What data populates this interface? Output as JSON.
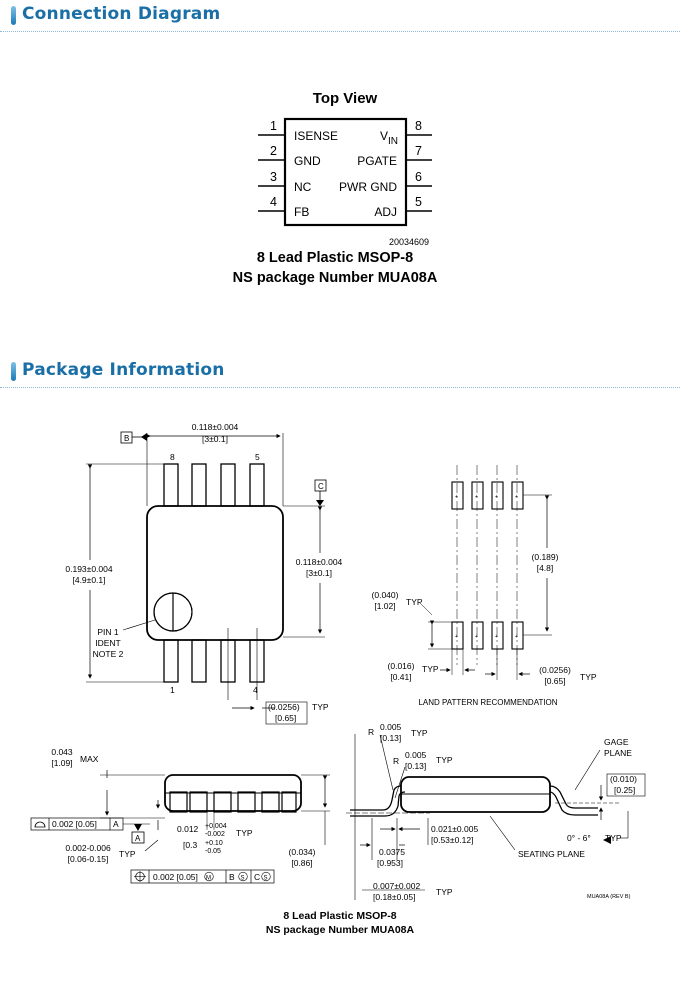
{
  "sections": {
    "connection": "Connection Diagram",
    "package": "Package Information"
  },
  "connection_diagram": {
    "view_label": "Top View",
    "figure_id": "20034609",
    "pins_left": [
      {
        "num": "1",
        "name": "ISENSE"
      },
      {
        "num": "2",
        "name": "GND"
      },
      {
        "num": "3",
        "name": "NC"
      },
      {
        "num": "4",
        "name": "FB"
      }
    ],
    "pins_right": [
      {
        "num": "8",
        "name": "V",
        "sub": "IN"
      },
      {
        "num": "7",
        "name": "PGATE"
      },
      {
        "num": "6",
        "name": "PWR GND"
      },
      {
        "num": "5",
        "name": "ADJ"
      }
    ],
    "caption_line1": "8 Lead Plastic MSOP-8",
    "caption_line2": "NS package Number MUA08A"
  },
  "package_drawing": {
    "datum_b": "B",
    "datum_c": "C",
    "datum_a": "A",
    "width_top": "0.118±0.004",
    "width_top_mm": "[3±0.1]",
    "pin8": "8",
    "pin5": "5",
    "pin1": "1",
    "pin4": "4",
    "length_total": "0.193±0.004",
    "length_total_mm": "[4.9±0.1]",
    "body_length": "0.118±0.004",
    "body_length_mm": "[3±0.1]",
    "pin1_note_1": "PIN 1",
    "pin1_note_2": "IDENT",
    "pin1_note_3": "NOTE 2",
    "pitch": "(0.0256)",
    "pitch_mm": "[0.65]",
    "typ": "TYP",
    "land_span": "(0.189)",
    "land_span_mm": "[4.8]",
    "land_len": "(0.040)",
    "land_len_mm": "[1.02]",
    "land_w": "(0.016)",
    "land_w_mm": "[0.41]",
    "land_pitch": "(0.0256)",
    "land_pitch_mm": "[0.65]",
    "land_caption": "LAND PATTERN RECOMMENDATION",
    "max_h": "0.043",
    "max_h_mm": "[1.09]",
    "max": "MAX",
    "flat_tol": "0.002 [0.05]",
    "standoff": "0.002-0.006",
    "standoff_mm": "[0.06-0.15]",
    "lead_w": "0.012",
    "lead_w_tol_plus": "+0.004",
    "lead_w_tol_minus": "-0.002",
    "lead_w_mm": "[0.3",
    "lead_w_mm_tol_plus": "+0.10",
    "lead_w_mm_tol_minus": "-0.05",
    "pos_tol": "0.002 [0.05]",
    "pos_m": "M",
    "pos_b": "B",
    "pos_s": "S",
    "pos_c": "C",
    "side_h": "(0.034)",
    "side_h_mm": "[0.86]",
    "r1": "0.005",
    "r1_mm": "[0.13]",
    "r2": "0.005",
    "r2_mm": "[0.13]",
    "r_label": "R",
    "gage_plane_1": "GAGE",
    "gage_plane_2": "PLANE",
    "gage": "(0.010)",
    "gage_mm": "[0.25]",
    "foot_len": "0.021±0.005",
    "foot_len_mm": "[0.53±0.12]",
    "angle": "0° - 6°",
    "seating": "SEATING PLANE",
    "foot_ref": "0.0375",
    "foot_ref_mm": "[0.953]",
    "lead_t": "0.007±0.002",
    "lead_t_mm": "[0.18±0.05]",
    "rev": "MUA08A (REV B)",
    "caption_line1": "8 Lead Plastic MSOP-8",
    "caption_line2": "NS package Number MUA08A"
  }
}
